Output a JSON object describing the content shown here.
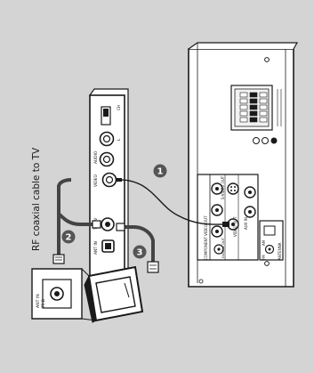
{
  "rf_cable_label": "RF coaxial cable to TV",
  "steps": [
    "1",
    "2",
    "3"
  ],
  "rf_modulator": {
    "ch_label": "CH",
    "audio_label": "AUDIO",
    "video_label": "VIDEO",
    "to_tv_label": "TO TV",
    "ant_in_label": "ANT IN",
    "tv_label": "TV",
    "l_label": "L",
    "r_label": "R"
  },
  "tv_antenna_label": "ANT IN",
  "tv_antenna_sub": "75 Ω",
  "unit_labels": {
    "component_video_out": "COMPONENT VIDEO OUT",
    "s_video_out": "S-VIDEO OUT",
    "video_out": "VIDEO OUT",
    "digital_out": "DIGITAL OUT",
    "aux_in": "AUX IN",
    "am_label": "AM",
    "fm_label": "FM",
    "antenna_label": "ANTENNA"
  },
  "colors": {
    "background": "#d4d4d4",
    "panel": "#ffffff",
    "ink": "#1a1a1a",
    "badge": "#555555",
    "cable": "#444444"
  }
}
